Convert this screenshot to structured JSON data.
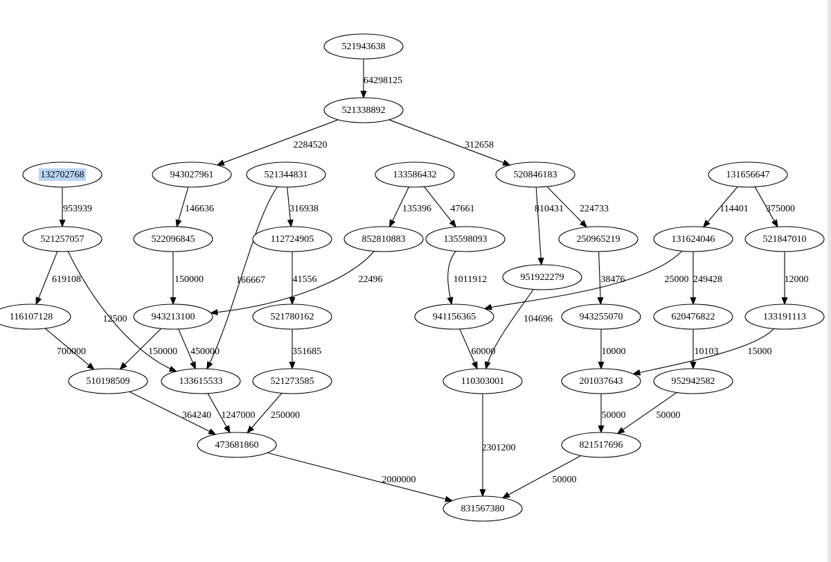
{
  "highlight_color": "#b9d5f5",
  "nodes": [
    {
      "id": "n521943638",
      "label": "521943638"
    },
    {
      "id": "n521338892",
      "label": "521338892"
    },
    {
      "id": "n132702768",
      "label": "132702768",
      "highlighted": true
    },
    {
      "id": "n943027961",
      "label": "943027961"
    },
    {
      "id": "n521344831",
      "label": "521344831"
    },
    {
      "id": "n133586432",
      "label": "133586432"
    },
    {
      "id": "n520846183",
      "label": "520846183"
    },
    {
      "id": "n131656647",
      "label": "131656647"
    },
    {
      "id": "n521257057",
      "label": "521257057"
    },
    {
      "id": "n522096845",
      "label": "522096845"
    },
    {
      "id": "n112724905",
      "label": "112724905"
    },
    {
      "id": "n852810883",
      "label": "852810883"
    },
    {
      "id": "n135598093",
      "label": "135598093"
    },
    {
      "id": "n250965219",
      "label": "250965219"
    },
    {
      "id": "n131624046",
      "label": "131624046"
    },
    {
      "id": "n521847010",
      "label": "521847010"
    },
    {
      "id": "n951922279",
      "label": "951922279"
    },
    {
      "id": "n116107128",
      "label": "116107128"
    },
    {
      "id": "n943213100",
      "label": "943213100"
    },
    {
      "id": "n521780162",
      "label": "521780162"
    },
    {
      "id": "n941156365",
      "label": "941156365"
    },
    {
      "id": "n943255070",
      "label": "943255070"
    },
    {
      "id": "n620476822",
      "label": "620476822"
    },
    {
      "id": "n133191113",
      "label": "133191113"
    },
    {
      "id": "n510198509",
      "label": "510198509"
    },
    {
      "id": "n133615533",
      "label": "133615533"
    },
    {
      "id": "n521273585",
      "label": "521273585"
    },
    {
      "id": "n110303001",
      "label": "110303001"
    },
    {
      "id": "n201037643",
      "label": "201037643"
    },
    {
      "id": "n952942582",
      "label": "952942582"
    },
    {
      "id": "n473681860",
      "label": "473681860"
    },
    {
      "id": "n821517696",
      "label": "821517696"
    },
    {
      "id": "n831567380",
      "label": "831567380"
    }
  ],
  "edges": [
    {
      "from": "n521943638",
      "to": "n521338892",
      "label": "64298125"
    },
    {
      "from": "n521338892",
      "to": "n943027961",
      "label": "2284520"
    },
    {
      "from": "n521338892",
      "to": "n520846183",
      "label": "312658"
    },
    {
      "from": "n132702768",
      "to": "n521257057",
      "label": "953939"
    },
    {
      "from": "n943027961",
      "to": "n522096845",
      "label": "146636"
    },
    {
      "from": "n521344831",
      "to": "n112724905",
      "label": "316938"
    },
    {
      "from": "n521344831",
      "to": "n133615533",
      "label": "166667"
    },
    {
      "from": "n133586432",
      "to": "n852810883",
      "label": "135396"
    },
    {
      "from": "n133586432",
      "to": "n135598093",
      "label": "47661"
    },
    {
      "from": "n520846183",
      "to": "n951922279",
      "label": "810431"
    },
    {
      "from": "n520846183",
      "to": "n250965219",
      "label": "224733"
    },
    {
      "from": "n131656647",
      "to": "n131624046",
      "label": "114401"
    },
    {
      "from": "n131656647",
      "to": "n521847010",
      "label": "375000"
    },
    {
      "from": "n521257057",
      "to": "n116107128",
      "label": "619108"
    },
    {
      "from": "n521257057",
      "to": "n133615533",
      "label": "12500"
    },
    {
      "from": "n522096845",
      "to": "n943213100",
      "label": "150000"
    },
    {
      "from": "n112724905",
      "to": "n521780162",
      "label": "41556"
    },
    {
      "from": "n852810883",
      "to": "n943213100",
      "label": "22496"
    },
    {
      "from": "n135598093",
      "to": "n941156365",
      "label": "1011912"
    },
    {
      "from": "n951922279",
      "to": "n110303001",
      "label": "104696"
    },
    {
      "from": "n250965219",
      "to": "n943255070",
      "label": "38476"
    },
    {
      "from": "n131624046",
      "to": "n941156365",
      "label": "25000"
    },
    {
      "from": "n131624046",
      "to": "n620476822",
      "label": "249428"
    },
    {
      "from": "n521847010",
      "to": "n133191113",
      "label": "12000"
    },
    {
      "from": "n116107128",
      "to": "n510198509",
      "label": "700000"
    },
    {
      "from": "n943213100",
      "to": "n510198509",
      "label": "150000"
    },
    {
      "from": "n943213100",
      "to": "n133615533",
      "label": "450000"
    },
    {
      "from": "n521780162",
      "to": "n521273585",
      "label": "351685"
    },
    {
      "from": "n941156365",
      "to": "n110303001",
      "label": "60000"
    },
    {
      "from": "n943255070",
      "to": "n201037643",
      "label": "10000"
    },
    {
      "from": "n620476822",
      "to": "n952942582",
      "label": "10103"
    },
    {
      "from": "n133191113",
      "to": "n201037643",
      "label": "15000"
    },
    {
      "from": "n510198509",
      "to": "n473681860",
      "label": "364240"
    },
    {
      "from": "n133615533",
      "to": "n473681860",
      "label": "1247000"
    },
    {
      "from": "n521273585",
      "to": "n473681860",
      "label": "250000"
    },
    {
      "from": "n110303001",
      "to": "n831567380",
      "label": "2301200"
    },
    {
      "from": "n201037643",
      "to": "n821517696",
      "label": "50000"
    },
    {
      "from": "n952942582",
      "to": "n821517696",
      "label": "50000"
    },
    {
      "from": "n473681860",
      "to": "n831567380",
      "label": "2000000"
    },
    {
      "from": "n821517696",
      "to": "n831567380",
      "label": "50000"
    }
  ]
}
